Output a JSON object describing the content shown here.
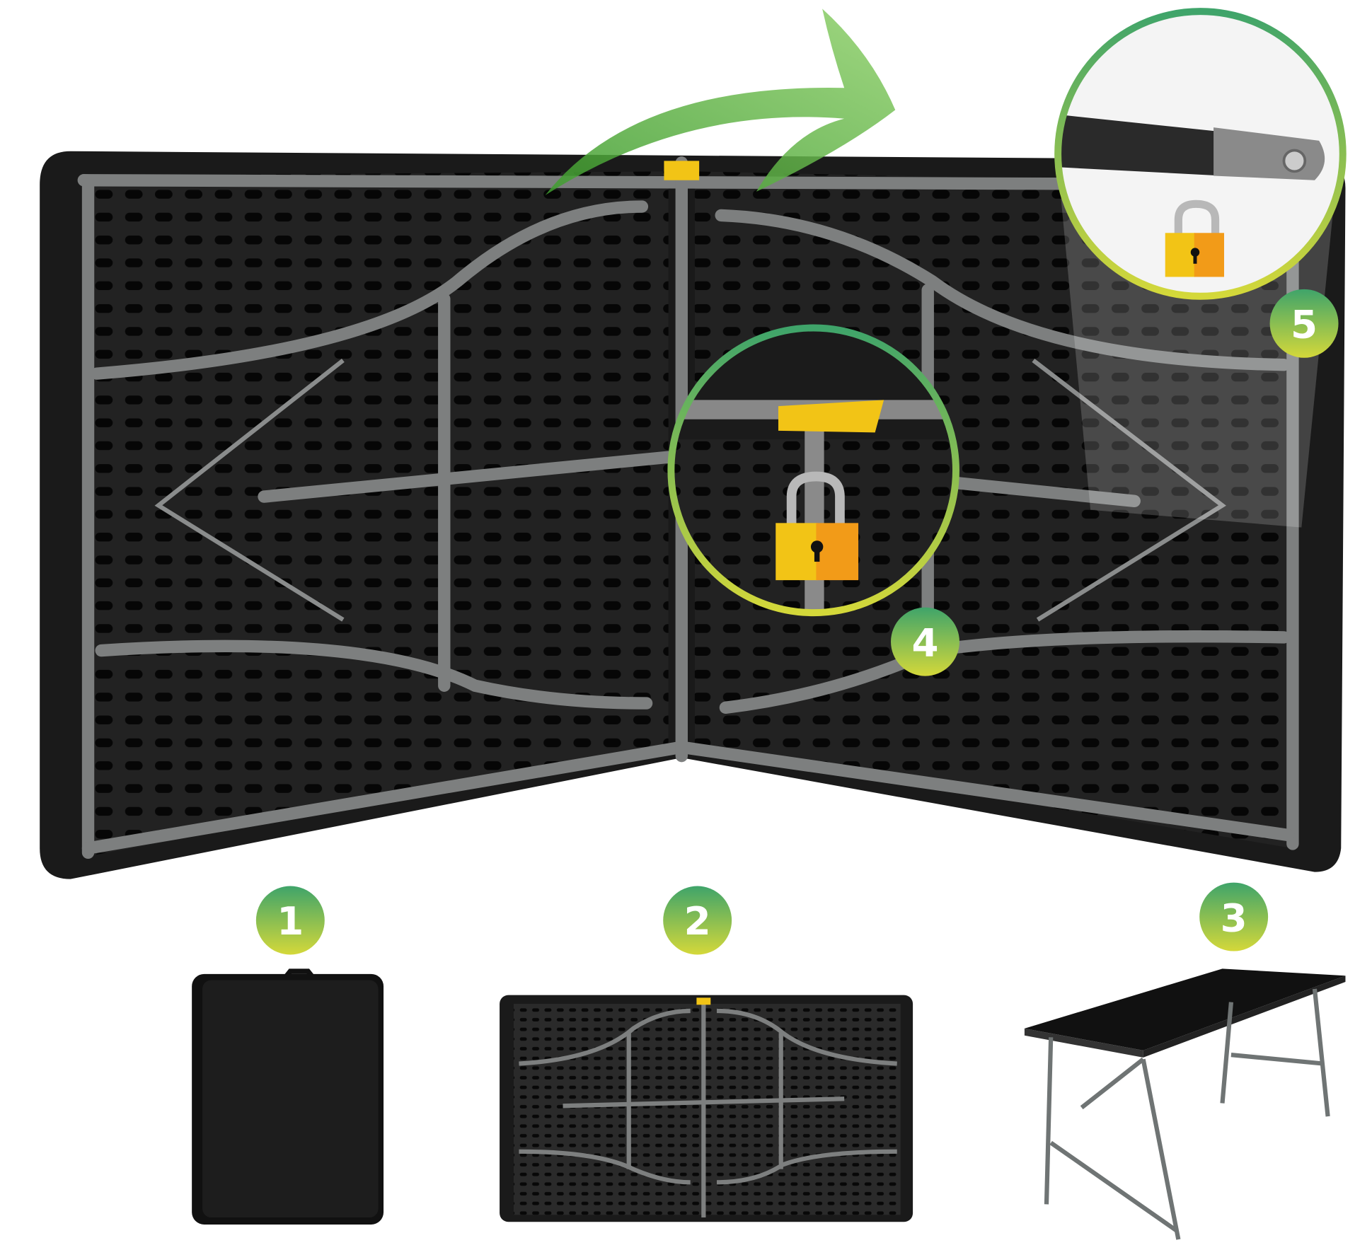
{
  "colors": {
    "table_dark": "#1c1c1c",
    "frame_gray": "#7d7f7f",
    "accent_green": "#5ab04a",
    "badge_top": "#3fa46a",
    "badge_bottom": "#c9d43a",
    "lock_yellow": "#f2c416",
    "lock_orange": "#f29b18"
  },
  "badges": [
    "1",
    "2",
    "3",
    "4",
    "5"
  ]
}
